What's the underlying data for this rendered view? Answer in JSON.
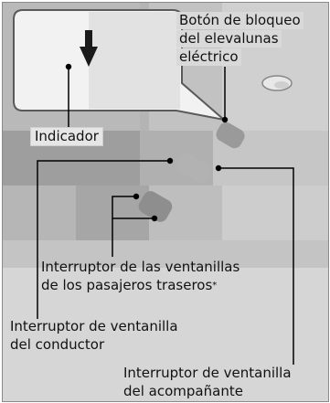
{
  "labels": {
    "lock_button_line1": "Botón de bloqueo",
    "lock_button_line2": "del elevalunas",
    "lock_button_line3": "eléctrico",
    "indicator": "Indicador",
    "rear_switches_line1": "Interruptor de las ventanillas",
    "rear_switches_line2": "de los pasajeros traseros",
    "rear_switches_note": "*",
    "driver_switch_line1": "Interruptor de ventanilla",
    "driver_switch_line2": "del conductor",
    "passenger_switch_line1": "Interruptor de ventanilla",
    "passenger_switch_line2": "del acompañante"
  },
  "colors": {
    "panel_dark": "#9a9a9a",
    "panel_light": "#d6d6d6",
    "callout_fill": "#efefef",
    "line": "#000000"
  },
  "icons": [
    "arrow-down-icon",
    "switch-icon"
  ]
}
